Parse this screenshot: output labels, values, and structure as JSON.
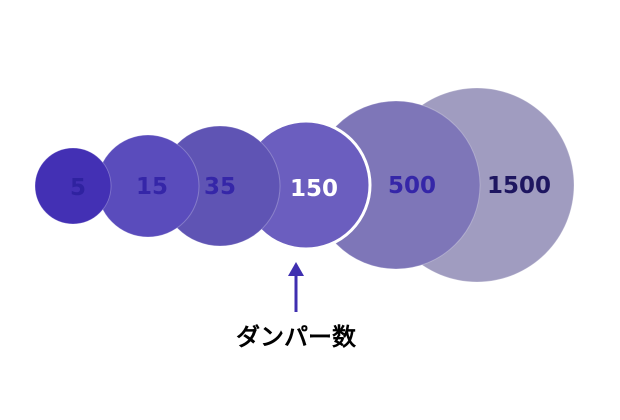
{
  "diagram": {
    "bubbles": [
      {
        "label": "5",
        "fill": "#4330b4",
        "text_color": "#2f22a0",
        "highlighted": false
      },
      {
        "label": "15",
        "fill": "#5a4cbc",
        "text_color": "#3526a8",
        "highlighted": false
      },
      {
        "label": "35",
        "fill": "#5f54b4",
        "text_color": "#3526a8",
        "highlighted": false
      },
      {
        "label": "150",
        "fill": "#6b5ebf",
        "text_color": "#ffffff",
        "highlighted": true
      },
      {
        "label": "500",
        "fill": "#7e76b8",
        "text_color": "#3526a8",
        "highlighted": false
      },
      {
        "label": "1500",
        "fill": "#a09cc0",
        "text_color": "#1e1660",
        "highlighted": false
      }
    ],
    "pointer": {
      "color": "#3f2fb0",
      "caption": "ダンパー数"
    }
  }
}
